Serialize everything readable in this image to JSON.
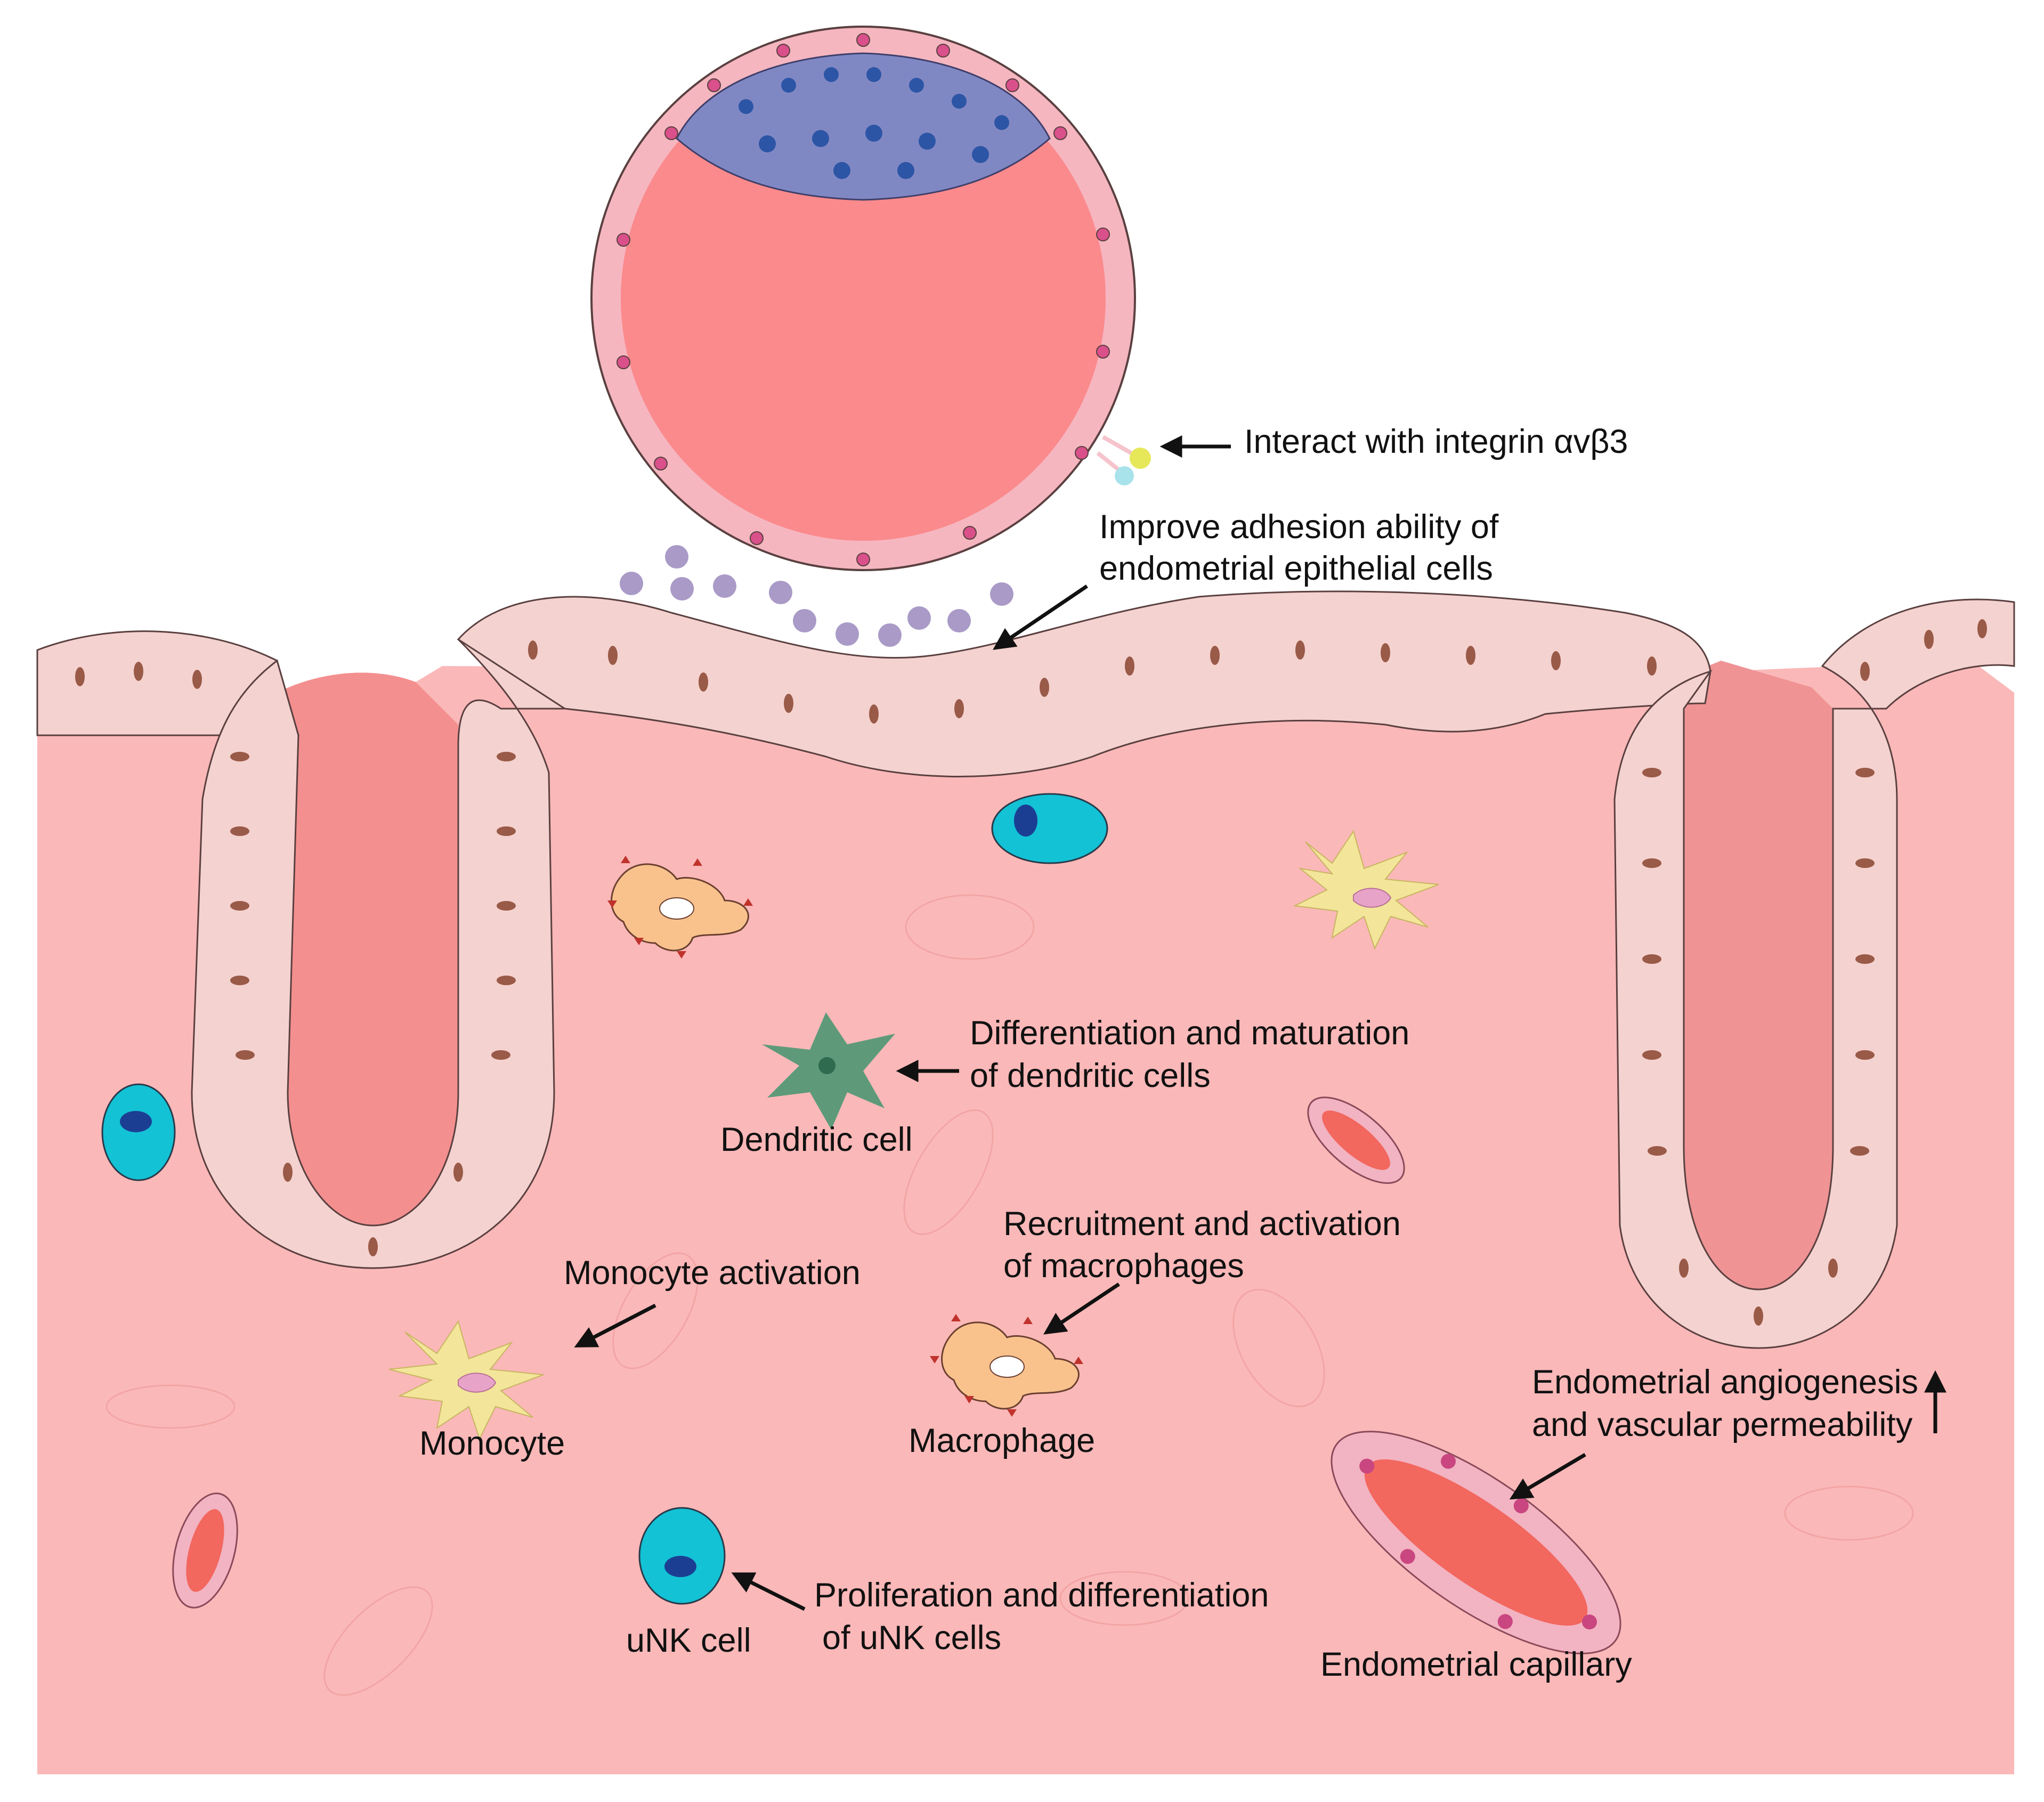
{
  "colors": {
    "background": "#ffffff",
    "tissue": "#fbb8b8",
    "tissue_dark": "#f48f8f",
    "epithelial_cell": "#f4d2cf",
    "epithelial_nucleus": "#9a5a48",
    "blastocoel": "#fb8a8c",
    "trophoblast": "#f5b6c0",
    "trophoblast_nucleus": "#d9508a",
    "inner_cell_mass": "#8088c4",
    "icm_nucleus": "#2d55a5",
    "secreted_factor": "#a99ac7",
    "unk_cell": "#13c2d5",
    "unk_nucleus": "#1b3e93",
    "macrophage": "#f9c28d",
    "macrophage_receptor": "#c0322c",
    "monocyte": "#f3e59a",
    "monocyte_nucleus": "#e8a4c8",
    "dendritic_cell": "#5e9a7a",
    "capillary_wall": "#f2b3c2",
    "capillary_lumen": "#f2675e",
    "capillary_nucleus": "#c94680",
    "integrin_yellow": "#e6e85a",
    "integrin_blue": "#a8e2ea"
  },
  "labels": {
    "integrin": "Interact with integrin αvβ3",
    "adhesion_line1": "Improve adhesion ability of",
    "adhesion_line2": "endometrial epithelial cells",
    "dendritic_effect_line1": "Differentiation and maturation",
    "dendritic_effect_line2": "of dendritic cells",
    "dendritic_cell": "Dendritic cell",
    "macrophage_effect_line1": "Recruitment and activation",
    "macrophage_effect_line2": "of macrophages",
    "macrophage": "Macrophage",
    "monocyte_effect": "Monocyte activation",
    "monocyte": "Monocyte",
    "angio_line1": "Endometrial angiogenesis",
    "angio_line2": "and vascular permeability",
    "capillary": "Endometrial capillary",
    "unk_effect_line1": "Proliferation and differentiation",
    "unk_effect_line2": "of uNK cells",
    "unk_cell": "uNK cell"
  }
}
